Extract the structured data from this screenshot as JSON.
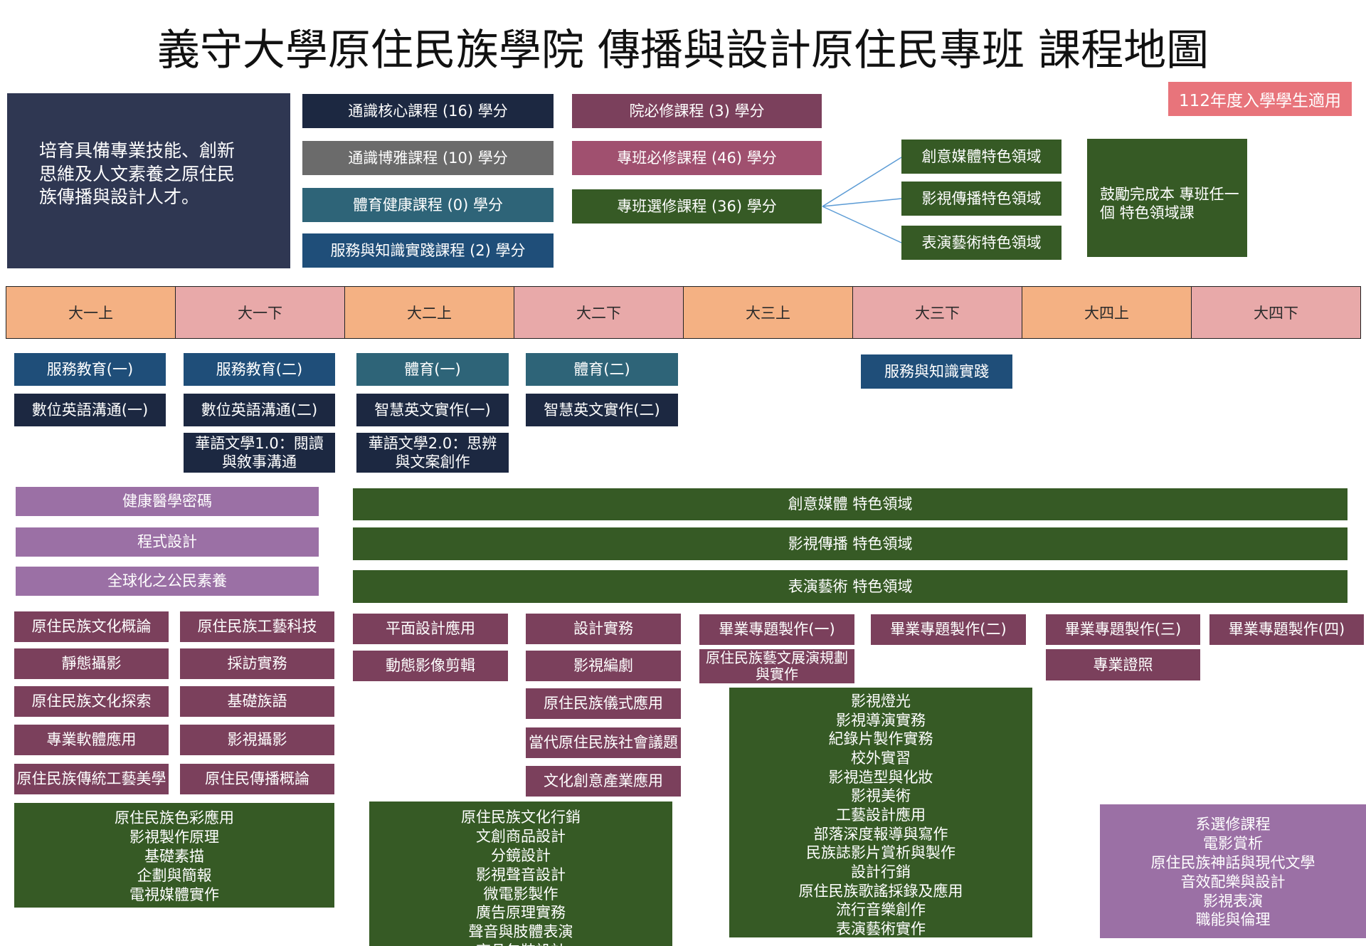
{
  "title": "義守大學原住民族學院 傳播與設計原住民專班 課程地圖",
  "notice": "112年度入學學生適用",
  "mission": "培育具備專業技能、創新\n思維及人文素養之原住民\n族傳播與設計人才。",
  "legend": {
    "gen_core": "通識核心課程 (16) 學分",
    "gen_broad": "通識博雅課程 (10) 學分",
    "pe": "體育健康課程 (0) 學分",
    "service": "服務與知識實踐課程 (2) 學分",
    "college_req": "院必修課程 (3) 學分",
    "program_req": "專班必修課程 (46) 學分",
    "program_elec": "專班選修課程 (36) 學分",
    "domains": [
      "創意媒體特色領域",
      "影視傳播特色領域",
      "表演藝術特色領域"
    ],
    "encourage": "鼓勵完成本 專班任一\n個 特色領域課"
  },
  "semesters": [
    "大一上",
    "大一下",
    "大二上",
    "大二下",
    "大三上",
    "大三下",
    "大四上",
    "大四下"
  ],
  "general": {
    "y1a": [
      "服務教育(一)",
      "數位英語溝通(一)"
    ],
    "y1b": [
      "服務教育(二)",
      "數位英語溝通(二)",
      "華語文學1.0：閱讀\n與敘事溝通"
    ],
    "y2a": [
      "體育(一)",
      "智慧英文實作(一)",
      "華語文學2.0：思辨\n與文案創作"
    ],
    "y2b": [
      "體育(二)",
      "智慧英文實作(二)"
    ],
    "y3b": [
      "服務與知識實踐"
    ]
  },
  "college": [
    "健康醫學密碼",
    "程式設計",
    "全球化之公民素養"
  ],
  "domain_bars": [
    "創意媒體 特色領域",
    "影視傳播 特色領域",
    "表演藝術 特色領域"
  ],
  "required": {
    "y1a": [
      "原住民族文化概論",
      "靜態攝影",
      "原住民族文化探索",
      "專業軟體應用",
      "原住民族傳統工藝美學"
    ],
    "y1b": [
      "原住民族工藝科技",
      "採訪實務",
      "基礎族語",
      "影視攝影",
      "原住民傳播概論"
    ],
    "y2a": [
      "平面設計應用",
      "動態影像剪輯"
    ],
    "y2b": [
      "設計實務",
      "影視編劇",
      "原住民族儀式應用",
      "當代原住民族社會議題",
      "文化創意產業應用"
    ],
    "y3a": [
      "畢業專題製作(一)",
      "原住民族藝文展演規劃\n與實作"
    ],
    "y3b": [
      "畢業專題製作(二)"
    ],
    "y4a": [
      "畢業專題製作(三)",
      "專業證照"
    ],
    "y4b": [
      "畢業專題製作(四)"
    ]
  },
  "electives": {
    "y1": "原住民族色彩應用\n影視製作原理\n基礎素描\n企劃與簡報\n電視媒體實作",
    "y2": "原住民族文化行銷\n文創商品設計\n分鏡設計\n影視聲音設計\n微電影製作\n廣告原理實務\n聲音與肢體表演\n商品包裝設計",
    "y3": "影視燈光\n影視導演實務\n紀錄片製作實務\n校外實習\n影視造型與化妝\n影視美術\n工藝設計應用\n部落深度報導與寫作\n民族誌影片賞析與製作\n設計行銷\n原住民族歌謠採錄及應用\n流行音樂創作\n表演藝術實作",
    "dept": "系選修課程\n電影賞析\n原住民族神話與現代文學\n音效配樂與設計\n影視表演\n職能與倫理"
  },
  "colors": {
    "navy": "#1f3a5f",
    "dark_navy": "#1c2841",
    "gray": "#6b6b6b",
    "teal": "#2e6478",
    "maroon": "#7b405c",
    "rose": "#a0506f",
    "green": "#365a25",
    "lavender": "#9b70a5",
    "semester_orange": "#f4b183",
    "semester_pink": "#e8a9a9",
    "notice": "#e8747b"
  }
}
